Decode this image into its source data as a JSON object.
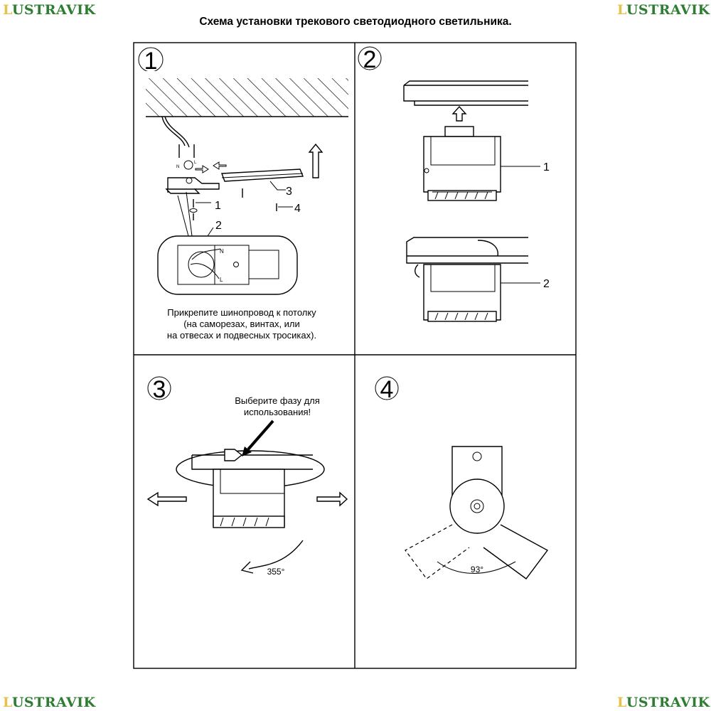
{
  "logo": {
    "first": "L",
    "rest": "USTRAVIK"
  },
  "title": "Схема установки трекового светодиодного светильника.",
  "panels": [
    {
      "number": "1",
      "labels": [
        "1",
        "2",
        "3",
        "4"
      ],
      "wire_labels": [
        "N",
        "L"
      ],
      "terminal_labels": [
        "N",
        "L"
      ],
      "caption": [
        "Прикрепите шинопровод к потолку",
        "(на саморезах, винтах, или",
        "на отвесах и подвесных тросиках)."
      ]
    },
    {
      "number": "2",
      "labels": [
        "1",
        "2"
      ]
    },
    {
      "number": "3",
      "callout": [
        "Выберите фазу для",
        "использования!"
      ],
      "angle": "355°"
    },
    {
      "number": "4",
      "angle": "93°"
    }
  ],
  "colors": {
    "logo_green": "#2e7d32",
    "logo_lamp": "#e6c24a"
  }
}
